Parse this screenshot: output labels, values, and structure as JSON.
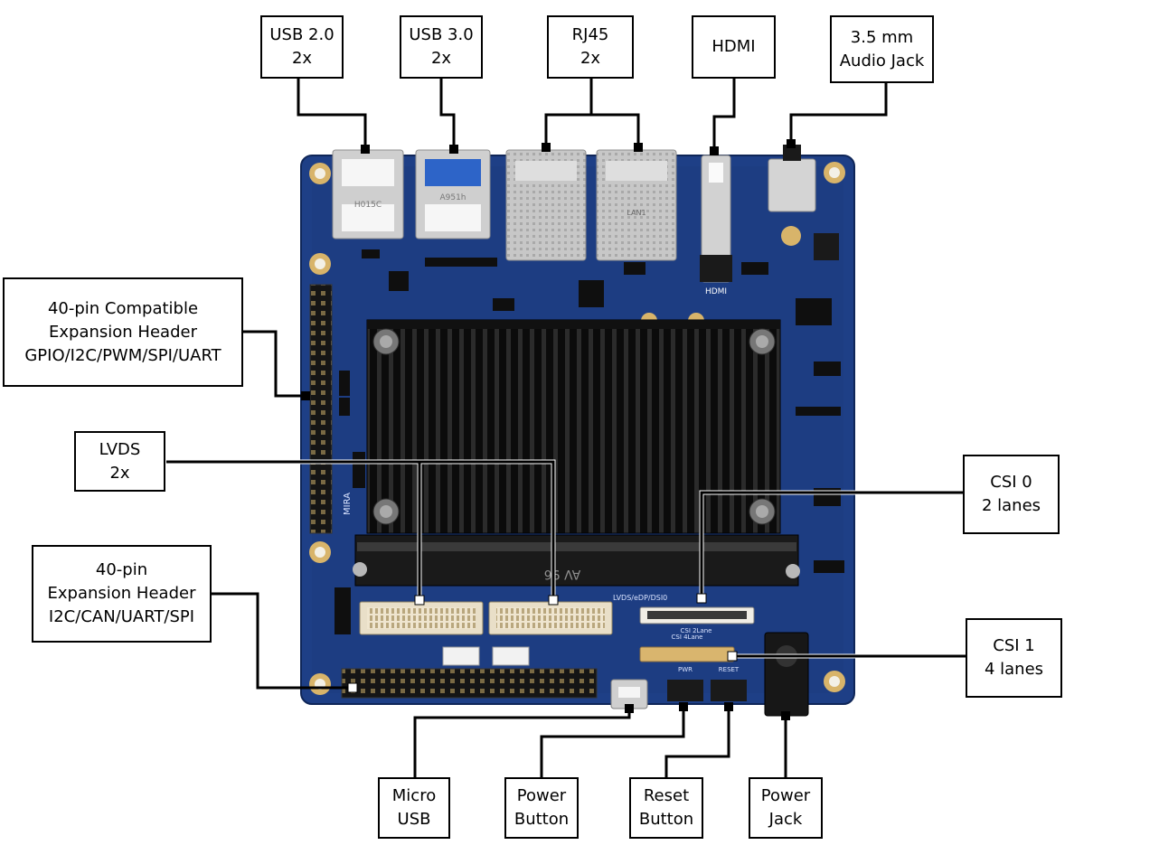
{
  "labels": {
    "usb2": {
      "line1": "USB 2.0",
      "line2": "2x"
    },
    "usb3": {
      "line1": "USB 3.0",
      "line2": "2x"
    },
    "rj45": {
      "line1": "RJ45",
      "line2": "2x"
    },
    "hdmi": {
      "line1": "HDMI"
    },
    "audio": {
      "line1": "3.5 mm",
      "line2": "Audio Jack"
    },
    "gpio_header": {
      "line1": "40-pin Compatible",
      "line2": "Expansion Header",
      "line3": "GPIO/I2C/PWM/SPI/UART"
    },
    "lvds": {
      "line1": "LVDS",
      "line2": "2x"
    },
    "exp_header": {
      "line1": "40-pin",
      "line2": "Expansion Header",
      "line3": "I2C/CAN/UART/SPI"
    },
    "csi0": {
      "line1": "CSI 0",
      "line2": "2 lanes"
    },
    "csi1": {
      "line1": "CSI 1",
      "line2": "4 lanes"
    },
    "micro_usb": {
      "line1": "Micro",
      "line2": "USB"
    },
    "power_button": {
      "line1": "Power",
      "line2": "Button"
    },
    "reset_button": {
      "line1": "Reset",
      "line2": "Button"
    },
    "power_jack": {
      "line1": "Power",
      "line2": "Jack"
    }
  },
  "board_silkscreen": {
    "hdmi_text": "HDMI",
    "hdmi_marking": "HDMI",
    "module_text": "AV 96",
    "lvds_marking": "LVDS/eDP/DSI0",
    "csi_marking": "CSI 4Lane",
    "csi0_marking": "CSI 2Lane",
    "pwr_marking": "PWR",
    "reset_marking": "RESET",
    "side_marking": "MIRA",
    "lan_marking": "LAN1",
    "usb_marking": "H015C",
    "usb3_marking": "A951h"
  },
  "colors": {
    "pcb": "#1e3f86",
    "pcb_dark": "#142c63",
    "heatsink": "#0d0d0d",
    "metal": "#c9c9c9",
    "usb3_blue": "#2d64c8",
    "gold": "#e2c27a",
    "connector_cream": "#eee4cf"
  }
}
